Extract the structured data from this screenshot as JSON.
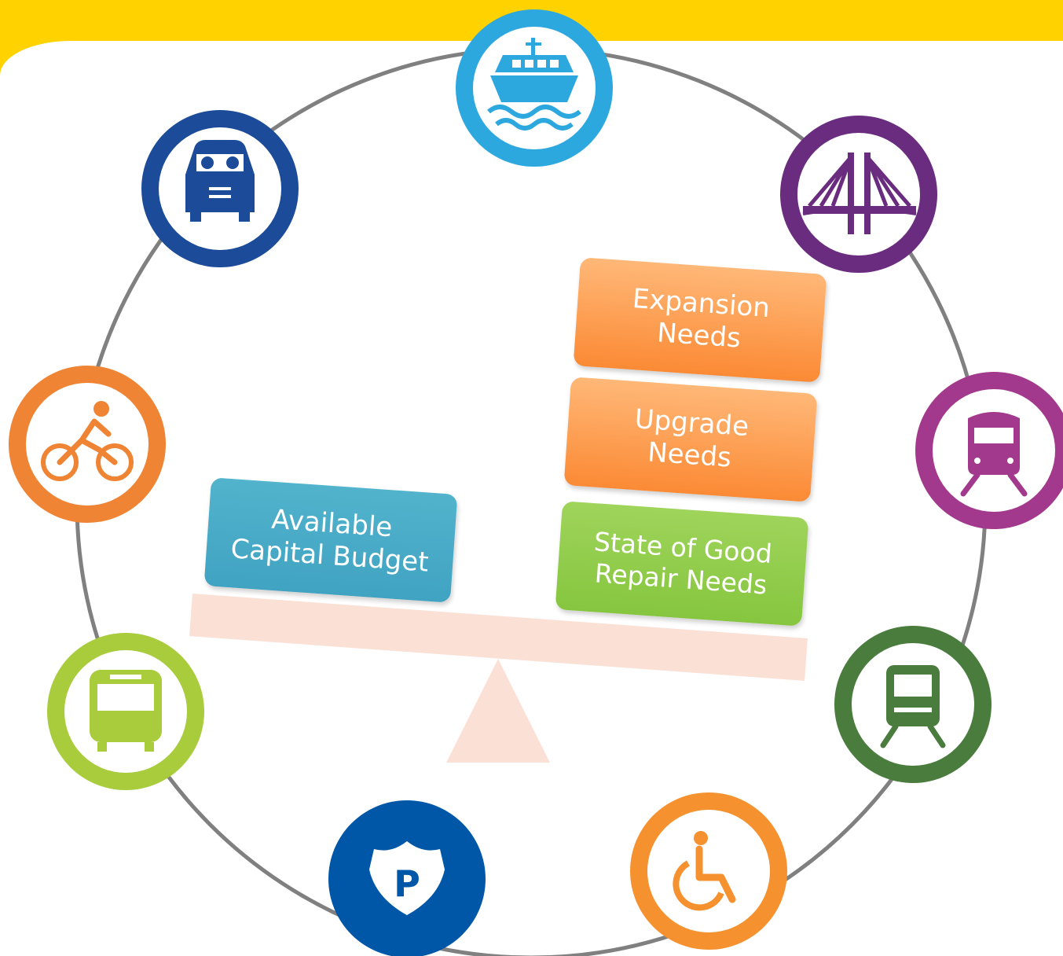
{
  "colors": {
    "banner": "#FFD200",
    "ring": "#808080",
    "seesaw": "#FBE0D6",
    "budget_box": "#4AACC6",
    "needs_box": "#F99A46",
    "repair_box": "#92D050"
  },
  "boxes": {
    "budget": "Available\nCapital Budget",
    "expansion": "Expansion\nNeeds",
    "upgrade": "Upgrade\nNeeds",
    "repair": "State of Good\nRepair Needs"
  },
  "icons": [
    {
      "name": "ferry-icon",
      "color": "#2DA8DF"
    },
    {
      "name": "bridge-icon",
      "color": "#6A2C7E"
    },
    {
      "name": "commuter-rail-icon",
      "color": "#A2398C"
    },
    {
      "name": "light-rail-icon",
      "color": "#4A7D3D"
    },
    {
      "name": "wheelchair-icon",
      "color": "#F5922F"
    },
    {
      "name": "parking-police-icon",
      "color": "#0057A8"
    },
    {
      "name": "bus-icon",
      "color": "#A8CC3C"
    },
    {
      "name": "bicycle-icon",
      "color": "#EE8434"
    },
    {
      "name": "car-icon",
      "color": "#1C4B99"
    }
  ]
}
